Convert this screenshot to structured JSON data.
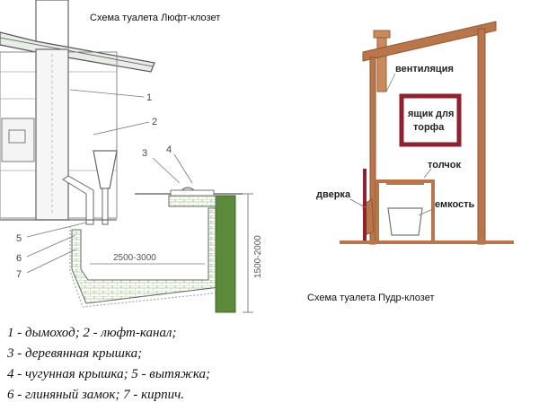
{
  "left_diagram": {
    "title": "Схема туалета Люфт-клозет",
    "callouts": [
      "1",
      "2",
      "3",
      "4",
      "5",
      "6",
      "7"
    ],
    "dimension_width": "2500-3000",
    "dimension_height": "1500-2000"
  },
  "right_diagram": {
    "title": "Схема туалета Пудр-клозет",
    "labels": {
      "ventilation": "вентиляция",
      "peat_box_line1": "ящик для",
      "peat_box_line2": "торфа",
      "seat": "толчок",
      "door": "дверка",
      "container": "емкость"
    }
  },
  "legend": [
    "1 - дымоход; 2 - люфт-канал;",
    "3 - деревянная крышка;",
    "4 - чугунная крышка; 5 - вытяжка;",
    "6 - глиняный замок; 7 - кирпич."
  ],
  "colors": {
    "wood": "#b9764a",
    "peat_box": "#8e2230",
    "brick_green": "#5a8a3a",
    "line": "#555555"
  }
}
